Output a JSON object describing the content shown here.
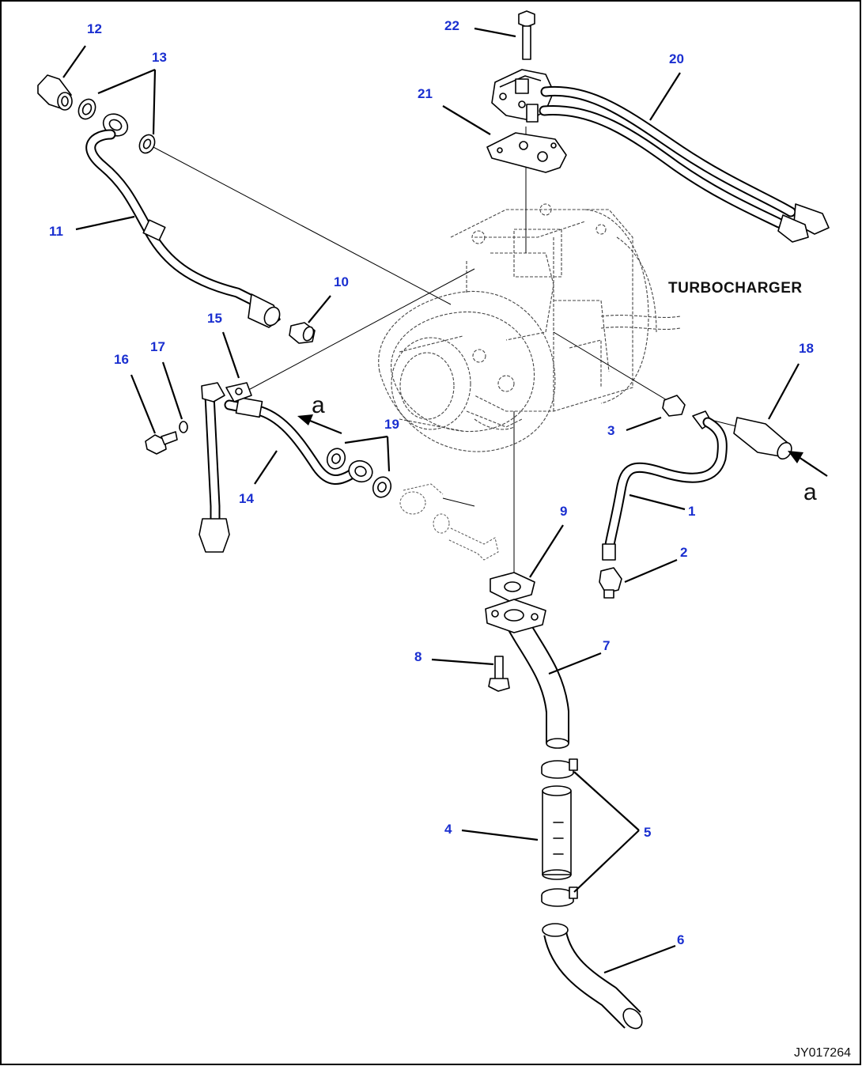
{
  "diagram": {
    "component_label": "TURBOCHARGER",
    "view_marker": "a",
    "figure_code": "JY017264",
    "part_labels": [
      "1",
      "2",
      "3",
      "4",
      "5",
      "6",
      "7",
      "8",
      "9",
      "10",
      "11",
      "12",
      "13",
      "14",
      "15",
      "16",
      "17",
      "18",
      "19",
      "20",
      "21",
      "22"
    ]
  }
}
